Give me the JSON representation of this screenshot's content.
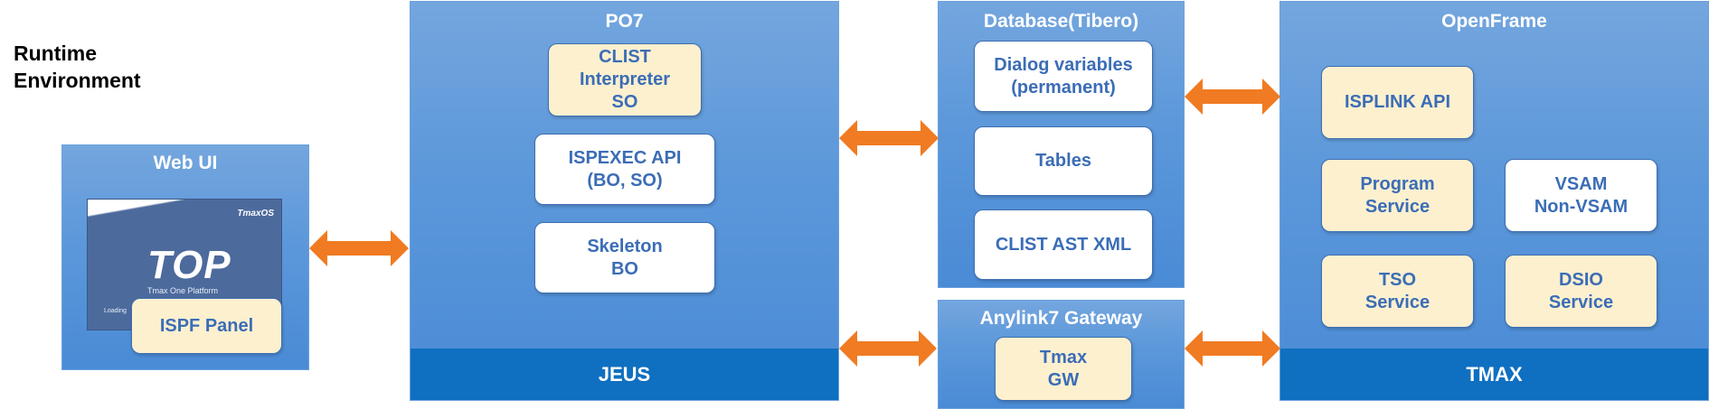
{
  "env_title": "Runtime\nEnvironment",
  "web_ui": {
    "title": "Web UI",
    "screenshot": {
      "brand_label": "TmaxOS",
      "logo_text": "TOP",
      "logo_subtitle": "Tmax One Platform",
      "loading_text": "Loading"
    },
    "panel_box": "ISPF Panel"
  },
  "po7": {
    "title": "PO7",
    "footer": "JEUS",
    "boxes": [
      "CLIST\nInterpreter\nSO",
      "ISPEXEC API\n(BO, SO)",
      "Skeleton\nBO"
    ]
  },
  "database": {
    "title": "Database(Tibero)",
    "boxes": [
      "Dialog variables\n(permanent)",
      "Tables",
      "CLIST AST XML"
    ]
  },
  "gateway": {
    "title": "Anylink7 Gateway",
    "box": "Tmax\nGW"
  },
  "openframe": {
    "title": "OpenFrame",
    "footer": "TMAX",
    "boxes": [
      "ISPLINK API",
      "Program\nService",
      "VSAM\nNon-VSAM",
      "TSO\nService",
      "DSIO\nService"
    ]
  },
  "colors": {
    "panel": "#5b97da",
    "footer_band": "#0f6fc0",
    "box_text": "#3b6db6",
    "cream_box": "#fdf0cf",
    "arrow": "#f07b22"
  }
}
